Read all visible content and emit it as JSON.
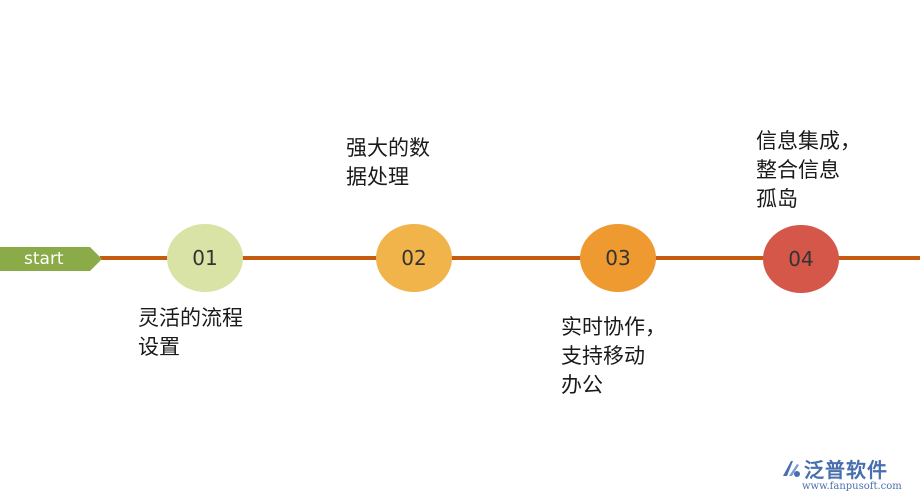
{
  "start": {
    "label": "start"
  },
  "colors": {
    "line": "#c55a11",
    "start": "#8aab47"
  },
  "steps": [
    {
      "number": "01",
      "text": "灵活的流程\n设置",
      "color": "#d8e3a5"
    },
    {
      "number": "02",
      "text": "强大的数\n据处理",
      "color": "#f0b44a"
    },
    {
      "number": "03",
      "text": "实时协作，\n支持移动\n办公",
      "color": "#ef9a30"
    },
    {
      "number": "04",
      "text": "信息集成，\n整合信息\n孤岛",
      "color": "#d4574a"
    }
  ],
  "watermark": {
    "name": "泛普软件",
    "url": "www.fanpusoft.com",
    "color": "#4a6fae",
    "icon": "fanpu-logo-icon"
  }
}
